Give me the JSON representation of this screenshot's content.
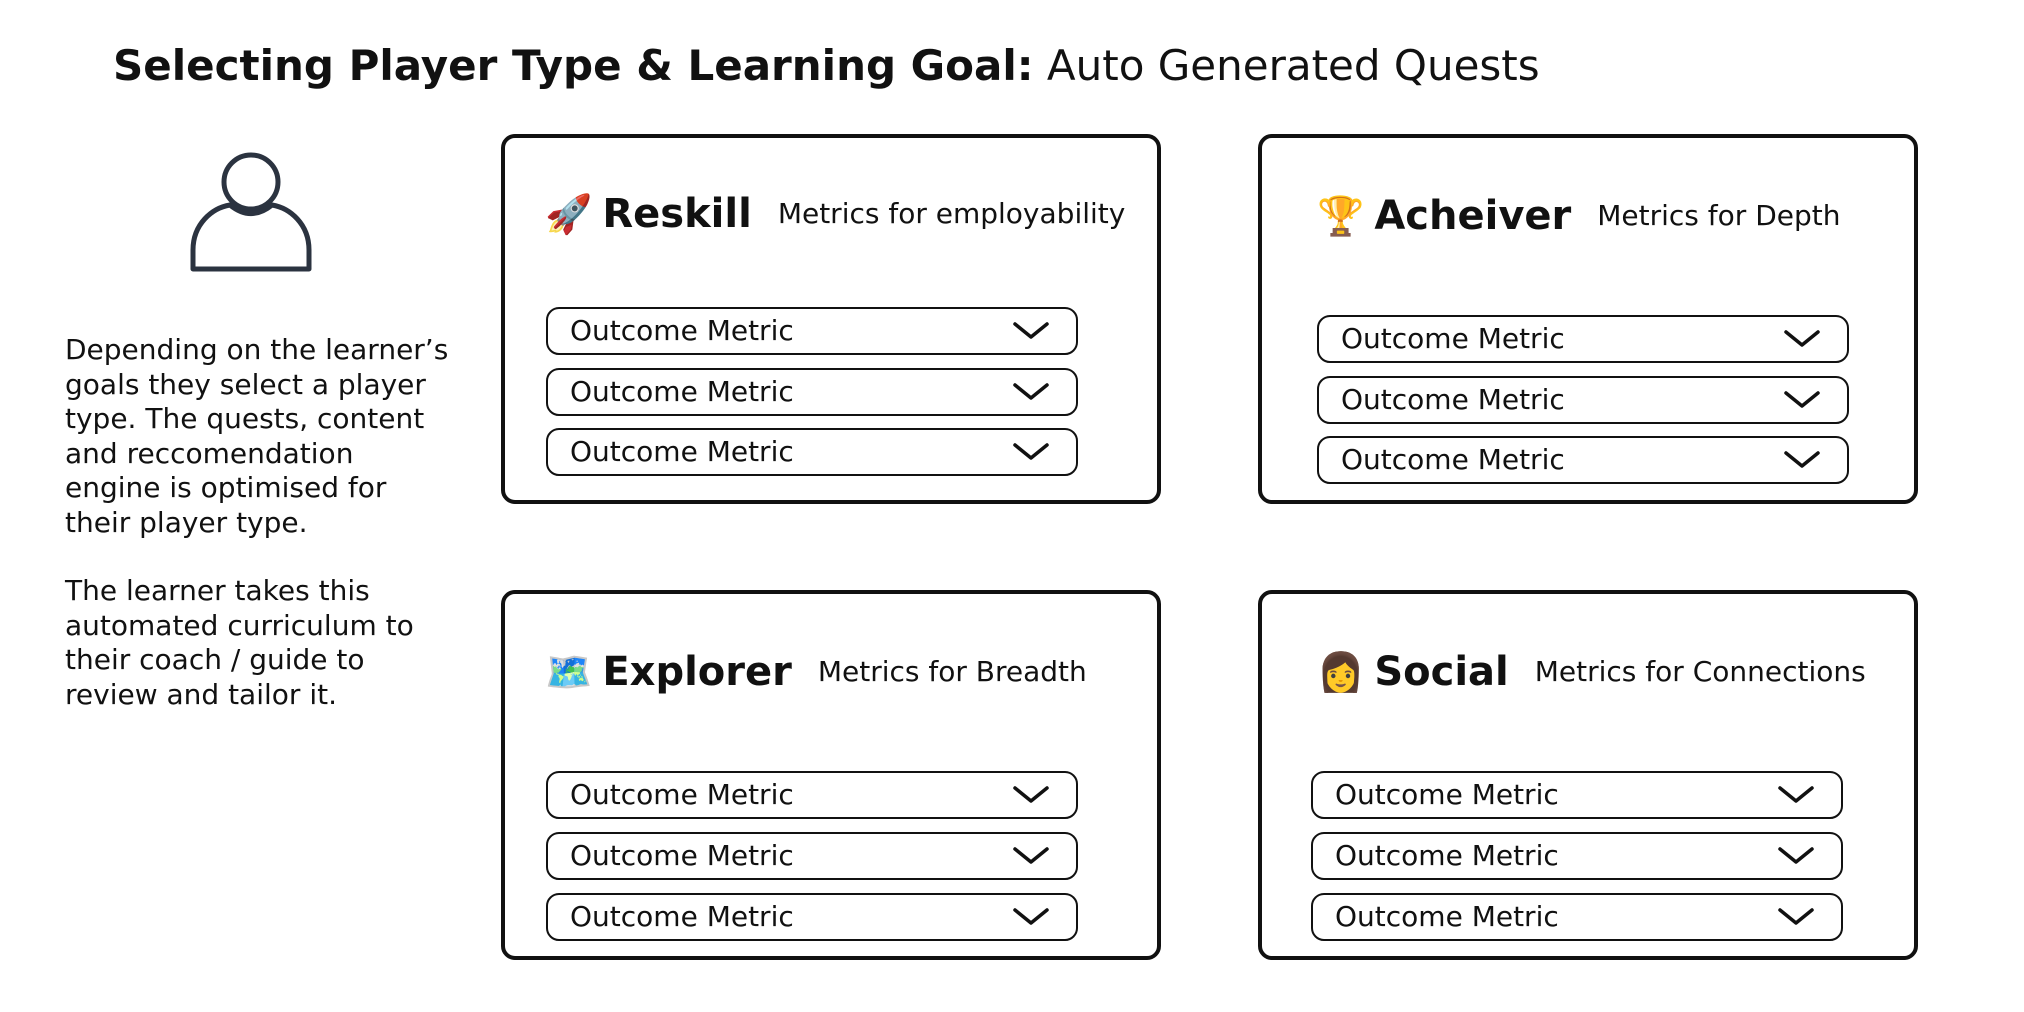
{
  "title": {
    "bold": "Selecting Player Type & Learning Goal:",
    "rest": "Auto Generated Quests"
  },
  "avatar_icon": "person-outline-icon",
  "description": {
    "paragraph1": "Depending on the learner’s goals they select a player type. The quests, content and  reccomendation engine is optimised for their player type.",
    "paragraph2": "The learner takes this automated curriculum to their coach / guide to review and tailor it."
  },
  "cards": [
    {
      "emoji": "🚀",
      "emoji_icon": "rocket-icon",
      "name": "Reskill",
      "subtitle": "Metrics for employability",
      "metrics": [
        {
          "label": "Outcome Metric"
        },
        {
          "label": "Outcome Metric"
        },
        {
          "label": "Outcome Metric"
        }
      ]
    },
    {
      "emoji": "🏆",
      "emoji_icon": "trophy-icon",
      "name": "Acheiver",
      "subtitle": "Metrics for Depth",
      "metrics": [
        {
          "label": "Outcome Metric"
        },
        {
          "label": "Outcome Metric"
        },
        {
          "label": "Outcome Metric"
        }
      ]
    },
    {
      "emoji": "🗺️",
      "emoji_icon": "map-icon",
      "name": "Explorer",
      "subtitle": "Metrics for Breadth",
      "metrics": [
        {
          "label": "Outcome Metric"
        },
        {
          "label": "Outcome Metric"
        },
        {
          "label": "Outcome Metric"
        }
      ]
    },
    {
      "emoji": "👩",
      "emoji_icon": "woman-icon",
      "name": "Social",
      "subtitle": "Metrics for Connections",
      "metrics": [
        {
          "label": "Outcome Metric"
        },
        {
          "label": "Outcome Metric"
        },
        {
          "label": "Outcome Metric"
        }
      ]
    }
  ],
  "colors": {
    "text": "#111111",
    "border": "#111111",
    "avatar_stroke": "#2b3340",
    "background": "#ffffff"
  }
}
